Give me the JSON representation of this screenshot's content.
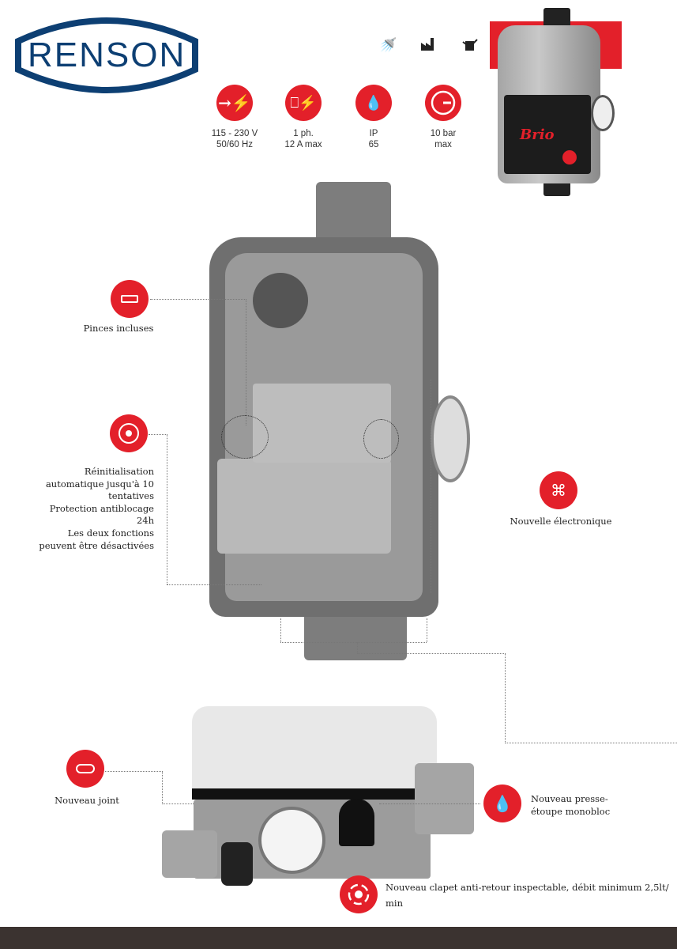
{
  "brand": {
    "logo_text": "RENSON",
    "color": "#0d3f73"
  },
  "applications": [
    {
      "icon": "shower-icon"
    },
    {
      "icon": "factory-icon"
    },
    {
      "icon": "watering-can-icon"
    }
  ],
  "accent": "#e3202a",
  "product_label": "Brio",
  "specs": [
    {
      "icon": "power-input-icon",
      "line1": "115 - 230 V",
      "line2": "50/60 Hz"
    },
    {
      "icon": "motor-phase-icon",
      "line1": "1 ph.",
      "line2": "12 A max"
    },
    {
      "icon": "water-drops-icon",
      "line1": "IP",
      "line2": "65"
    },
    {
      "icon": "pressure-gauge-icon",
      "line1": "10 bar",
      "line2": "max"
    }
  ],
  "features": {
    "pinces": "Pinces incluses",
    "reset": [
      "Réinitialisation",
      "automatique jusqu'à 10",
      "tentatives",
      "Protection antiblocage",
      "24h",
      "Les deux fonctions",
      "peuvent être désactivées"
    ],
    "electronique": "Nouvelle électronique",
    "joint": "Nouveau joint",
    "presse": [
      "Nouveau presse-",
      "étoupe monobloc"
    ],
    "clapet": [
      "Nouveau clapet anti-retour inspectable, débit minimum 2,5lt/",
      "min"
    ]
  },
  "footer_color": "#3b3330"
}
